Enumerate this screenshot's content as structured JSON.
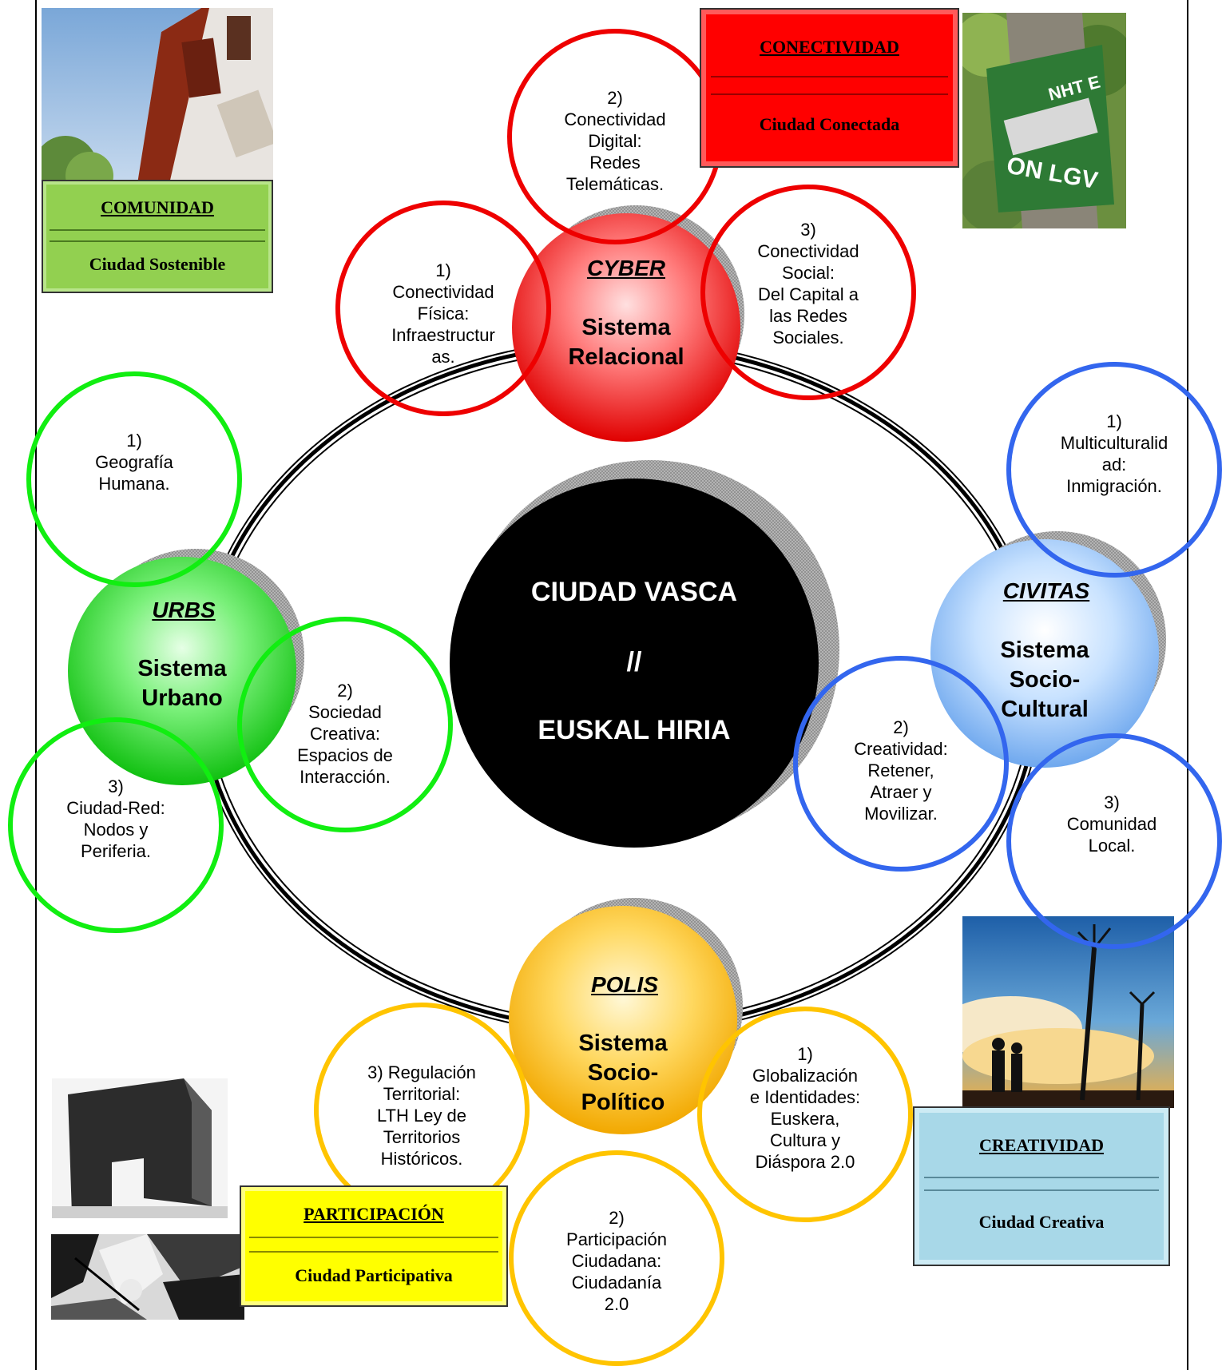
{
  "center": {
    "line1": "CIUDAD VASCA",
    "line2": "//",
    "line3": "EUSKAL HIRIA"
  },
  "hubs": {
    "cyber": {
      "title": "CYBER",
      "line1": "Sistema",
      "line2": "Relacional",
      "color": "#e60000"
    },
    "urbs": {
      "title": "URBS",
      "line1": "Sistema",
      "line2": "Urbano",
      "color": "#1ec81e"
    },
    "civitas": {
      "title": "CIVITAS",
      "line1": "Sistema",
      "line2": "Socio-",
      "line3": "Cultural",
      "color": "#7fb6f2"
    },
    "polis": {
      "title": "POLIS",
      "line1": "Sistema",
      "line2": "Socio-",
      "line3": "Político",
      "color": "#f5b800"
    }
  },
  "satellites": {
    "cyber": [
      [
        "1)",
        "Conectividad",
        "Física:",
        "Infraestructur",
        "as."
      ],
      [
        "2)",
        "Conectividad",
        "Digital:",
        "Redes",
        "Telemáticas."
      ],
      [
        "3)",
        "Conectividad",
        "Social:",
        "Del Capital a",
        "las Redes",
        "Sociales."
      ]
    ],
    "urbs": [
      [
        "1)",
        "Geografía",
        "Humana."
      ],
      [
        "2)",
        "Sociedad",
        "Creativa:",
        "Espacios de",
        "Interacción."
      ],
      [
        "3)",
        "Ciudad-Red:",
        "Nodos y",
        "Periferia."
      ]
    ],
    "civitas": [
      [
        "1)",
        "Multiculturalid",
        "ad:",
        "Inmigración."
      ],
      [
        "2)",
        "Creatividad:",
        "Retener,",
        "Atraer y",
        "Movilizar."
      ],
      [
        "3)",
        "Comunidad",
        "Local."
      ]
    ],
    "polis": [
      [
        "1)",
        "Globalización",
        "e Identidades:",
        "Euskera,",
        "Cultura y",
        "Diáspora 2.0"
      ],
      [
        "2)",
        "Participación",
        "Ciudadana:",
        "Ciudadanía",
        "2.0"
      ],
      [
        "3) Regulación",
        "Territorial:",
        "LTH Ley de",
        "Territorios",
        "Históricos."
      ]
    ]
  },
  "boxes": {
    "comunidad": {
      "title": "COMUNIDAD",
      "subtitle": "Ciudad Sostenible",
      "color": "#92d050"
    },
    "conectividad": {
      "title": "CONECTIVIDAD",
      "subtitle": "Ciudad Conectada",
      "color": "#ff0000"
    },
    "creatividad": {
      "title": "CREATIVIDAD",
      "subtitle": "Ciudad Creativa",
      "color": "#a8d8e8"
    },
    "participacion": {
      "title": "PARTICIPACIÓN",
      "subtitle": "Ciudad Participativa",
      "color": "#ffff00"
    }
  },
  "photos": {
    "building": "building-photo",
    "tree": "tree-poster-photo",
    "sky": "sky-silhouette-photo",
    "sculpture": "sculpture-photo",
    "guernica": "guernica-photo"
  },
  "satellite_colors": {
    "cyber": "#ee0000",
    "urbs": "#11ee11",
    "civitas": "#3366ee",
    "polis": "#ffc400"
  }
}
